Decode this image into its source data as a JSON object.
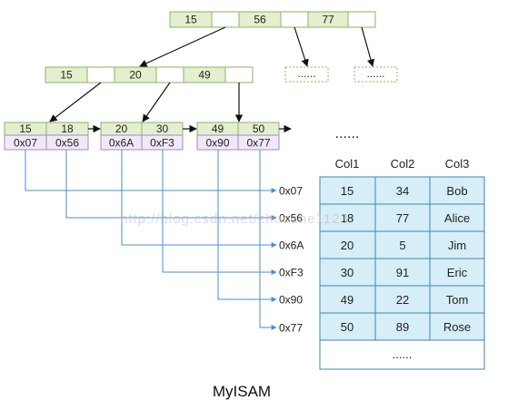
{
  "root": {
    "keys": [
      "15",
      "56",
      "77"
    ]
  },
  "level2": {
    "keys": [
      "15",
      "20",
      "49"
    ]
  },
  "ellipsis_small": "......",
  "ellipsis_big": "......",
  "leaves": [
    {
      "keys": [
        "15",
        "18"
      ],
      "ptrs": [
        "0x07",
        "0x56"
      ]
    },
    {
      "keys": [
        "20",
        "30"
      ],
      "ptrs": [
        "0x6A",
        "0xF3"
      ]
    },
    {
      "keys": [
        "49",
        "50"
      ],
      "ptrs": [
        "0x90",
        "0x77"
      ]
    }
  ],
  "addresses": [
    "0x07",
    "0x56",
    "0x6A",
    "0xF3",
    "0x90",
    "0x77"
  ],
  "table": {
    "headers": [
      "Col1",
      "Col2",
      "Col3"
    ],
    "rows": [
      [
        "15",
        "34",
        "Bob"
      ],
      [
        "18",
        "77",
        "Alice"
      ],
      [
        "20",
        "5",
        "Jim"
      ],
      [
        "30",
        "91",
        "Eric"
      ],
      [
        "49",
        "22",
        "Tom"
      ],
      [
        "50",
        "89",
        "Rose"
      ]
    ],
    "footer": "......"
  },
  "watermark": "http://blog.csdn.net/zhuozhe1123",
  "title": "MyISAM",
  "colors": {
    "key_fill": "#e3efcf",
    "key_stroke": "#8fb26a",
    "ptr_fill": "#f1eaf6",
    "ptr_stroke": "#a887c4",
    "table_fill": "#d6eef7",
    "table_stroke": "#3f86b0",
    "link_blue": "#4a8fcf",
    "placeholder_stroke": "#8fb26a"
  }
}
